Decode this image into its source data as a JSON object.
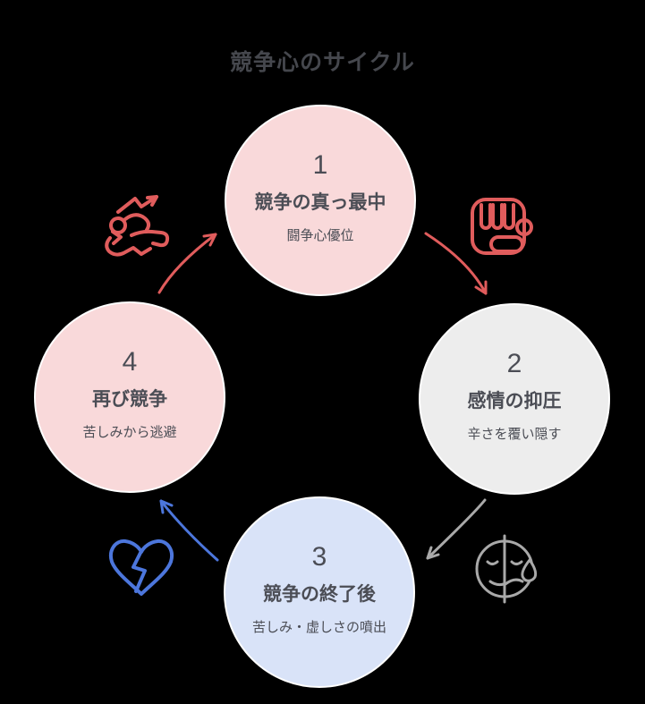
{
  "title": "競争心のサイクル",
  "colors": {
    "background": "#000000",
    "title_text": "#45474D",
    "circle_text": "#4B4D55",
    "pink_fill": "#F9D9DA",
    "gray_fill": "#EDEDED",
    "blue_fill": "#D9E3F8",
    "circle_ring": "#FFFFFF",
    "red_accent": "#E05C5C",
    "gray_accent": "#A9A9A9",
    "blue_accent": "#4C76DC"
  },
  "steps": [
    {
      "number": "1",
      "label": "競争の真っ最中",
      "sublabel": "闘争心優位",
      "fill": "pink"
    },
    {
      "number": "2",
      "label": "感情の抑圧",
      "sublabel": "辛さを覆い隠す",
      "fill": "gray"
    },
    {
      "number": "3",
      "label": "競争の終了後",
      "sublabel": "苦しみ・虚しさの噴出",
      "fill": "blue"
    },
    {
      "number": "4",
      "label": "再び競争",
      "sublabel": "苦しみから逃避",
      "fill": "pink"
    }
  ],
  "arrows": [
    {
      "from": "1",
      "to": "2",
      "color": "#E05C5C"
    },
    {
      "from": "2",
      "to": "3",
      "color": "#A9A9A9"
    },
    {
      "from": "3",
      "to": "4",
      "color": "#4C76DC"
    },
    {
      "from": "4",
      "to": "1",
      "color": "#E05C5C"
    }
  ],
  "icons": {
    "top_left": "running-person-rising-arrow-icon",
    "top_right": "fist-icon",
    "bottom_right": "half-smiling-half-crying-face-icon",
    "bottom_left": "broken-heart-icon"
  }
}
